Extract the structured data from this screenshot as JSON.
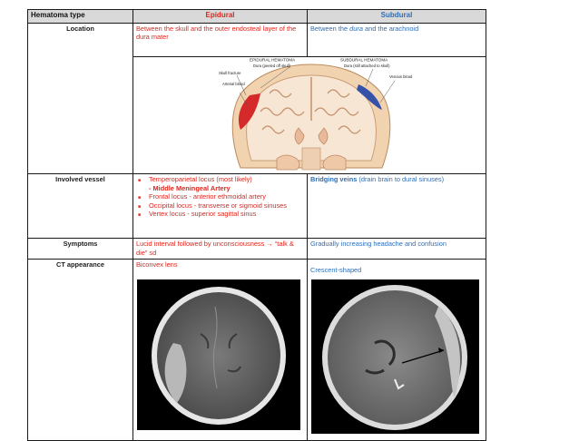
{
  "header": {
    "col_label": "Hematoma type",
    "epidural": "Epidural",
    "subdural": "Subdural"
  },
  "rows": {
    "location": {
      "label": "Location",
      "epidural": "Between the skull and the outer endosteal layer of the dura mater",
      "subdural_pre": "Between the ",
      "subdural_em": "dura",
      "subdural_post": " and the arachnoid"
    },
    "vessel": {
      "label": "Involved vessel",
      "epidural_items": [
        "Temperoparietal locus (most likely)",
        "Frontal locus - anterior ethmoidal artery",
        "Occipital locus - transverse or sigmoid sinuses",
        "Vertex locus - superior sagittal sinus"
      ],
      "epidural_mma": "- Middle Meningeal Artery",
      "subdural_bold": "Bridging veins",
      "subdural_rest": " (drain brain to dural sinuses)"
    },
    "symptoms": {
      "label": "Symptoms",
      "epidural": "Lucid interval followed by unconsciousness → “talk & die” sd",
      "subdural": "Gradually increasing headache and confusion"
    },
    "ct": {
      "label": "CT appearance",
      "epidural": "Biconvex lens",
      "subdural": "Crescent-shaped"
    }
  },
  "illustration": {
    "epi_title": "EPIDURAL HEMATOMA",
    "sub_title": "SUBDURAL HEMATOMA",
    "dura_peeled": "Dura (peeled off skull)",
    "skull_fracture": "Skull fracture",
    "arterial_blood": "Arterial blood",
    "dura_attached": "Dura (still attached to skull)",
    "venous_blood": "Venous blood",
    "epi_blood_color": "#d42a2a",
    "sub_blood_color": "#3651a8"
  }
}
